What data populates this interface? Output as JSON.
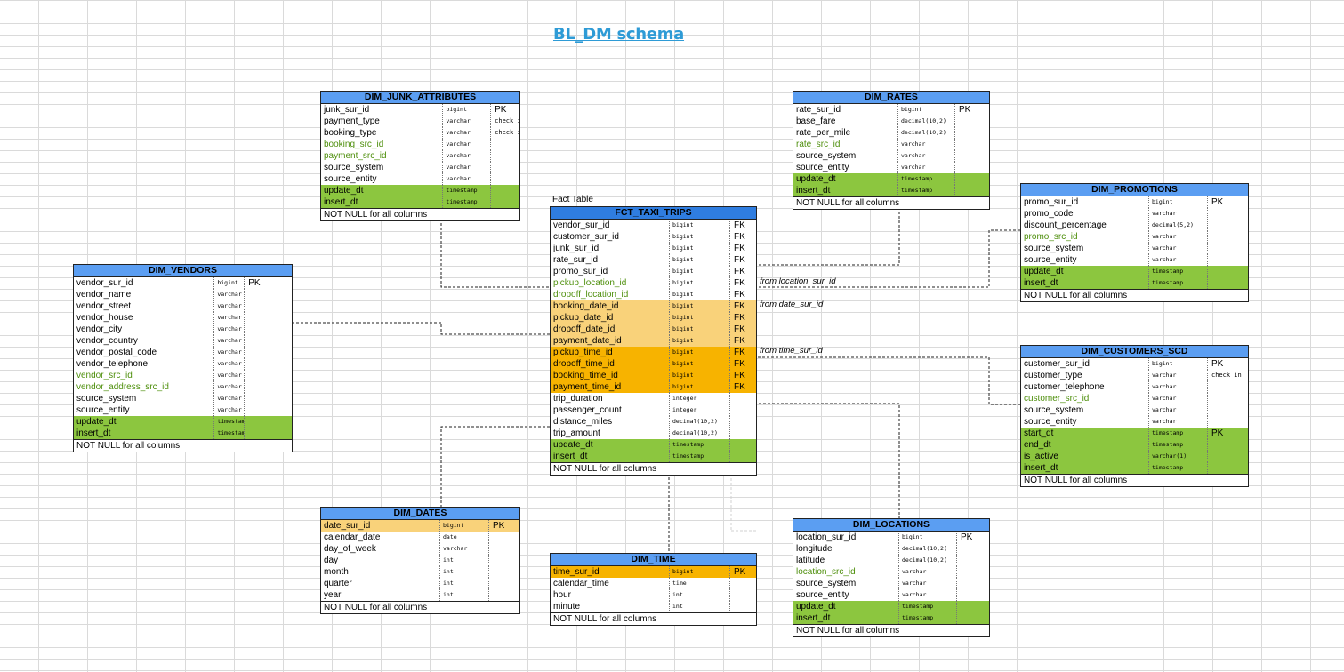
{
  "title": "BL_DM schema",
  "fact_label": "Fact Table",
  "notes": {
    "location": "from location_sur_id",
    "date": "from date_sur_id",
    "time": "from time_sur_id"
  },
  "colors": {
    "header": "#5b9ef2",
    "green": "#8cc63f",
    "light_yellow": "#f9d27a",
    "orange": "#f7b300",
    "source_text": "#4e8f0c",
    "title": "#2e9bd6"
  },
  "tables": {
    "junk": {
      "name": "DIM_JUNK_ATTRIBUTES",
      "rows": [
        {
          "name": "junk_sur_id",
          "type": "bigint",
          "key": "PK"
        },
        {
          "name": "payment_type",
          "type": "varchar",
          "key": "check in"
        },
        {
          "name": "booking_type",
          "type": "varchar",
          "key": "check in"
        },
        {
          "name": "booking_src_id",
          "type": "varchar",
          "key": "",
          "style": "src"
        },
        {
          "name": "payment_src_id",
          "type": "varchar",
          "key": "",
          "style": "src"
        },
        {
          "name": "source_system",
          "type": "varchar",
          "key": ""
        },
        {
          "name": "source_entity",
          "type": "varchar",
          "key": ""
        },
        {
          "name": "update_dt",
          "type": "timestamp",
          "key": "",
          "style": "g"
        },
        {
          "name": "insert_dt",
          "type": "timestamp",
          "key": "",
          "style": "g"
        }
      ],
      "footer": "NOT NULL for all columns"
    },
    "rates": {
      "name": "DIM_RATES",
      "rows": [
        {
          "name": "rate_sur_id",
          "type": "bigint",
          "key": "PK"
        },
        {
          "name": "base_fare",
          "type": "decimal(10,2)",
          "key": ""
        },
        {
          "name": "rate_per_mile",
          "type": "decimal(10,2)",
          "key": ""
        },
        {
          "name": "rate_src_id",
          "type": "varchar",
          "key": "",
          "style": "src"
        },
        {
          "name": "source_system",
          "type": "varchar",
          "key": ""
        },
        {
          "name": "source_entity",
          "type": "varchar",
          "key": ""
        },
        {
          "name": "update_dt",
          "type": "timestamp",
          "key": "",
          "style": "g"
        },
        {
          "name": "insert_dt",
          "type": "timestamp",
          "key": "",
          "style": "g"
        }
      ],
      "footer": "NOT NULL for all columns"
    },
    "promotions": {
      "name": "DIM_PROMOTIONS",
      "rows": [
        {
          "name": "promo_sur_id",
          "type": "bigint",
          "key": "PK"
        },
        {
          "name": "promo_code",
          "type": "varchar",
          "key": ""
        },
        {
          "name": "discount_percentage",
          "type": "decimal(5,2)",
          "key": ""
        },
        {
          "name": "promo_src_id",
          "type": "varchar",
          "key": "",
          "style": "src"
        },
        {
          "name": "source_system",
          "type": "varchar",
          "key": ""
        },
        {
          "name": "source_entity",
          "type": "varchar",
          "key": ""
        },
        {
          "name": "update_dt",
          "type": "timestamp",
          "key": "",
          "style": "g"
        },
        {
          "name": "insert_dt",
          "type": "timestamp",
          "key": "",
          "style": "g"
        }
      ],
      "footer": "NOT NULL for all columns"
    },
    "vendors": {
      "name": "DIM_VENDORS",
      "rows": [
        {
          "name": "vendor_sur_id",
          "type": "bigint",
          "key": "PK"
        },
        {
          "name": "vendor_name",
          "type": "varchar",
          "key": ""
        },
        {
          "name": "vendor_street",
          "type": "varchar",
          "key": ""
        },
        {
          "name": "vendor_house",
          "type": "varchar",
          "key": ""
        },
        {
          "name": "vendor_city",
          "type": "varchar",
          "key": ""
        },
        {
          "name": "vendor_country",
          "type": "varchar",
          "key": ""
        },
        {
          "name": "vendor_postal_code",
          "type": "varchar",
          "key": ""
        },
        {
          "name": "vendor_telephone",
          "type": "varchar",
          "key": ""
        },
        {
          "name": "vendor_src_id",
          "type": "varchar",
          "key": "",
          "style": "src"
        },
        {
          "name": "vendor_address_src_id",
          "type": "varchar",
          "key": "",
          "style": "src"
        },
        {
          "name": "source_system",
          "type": "varchar",
          "key": ""
        },
        {
          "name": "source_entity",
          "type": "varchar",
          "key": ""
        },
        {
          "name": "update_dt",
          "type": "timestamp",
          "key": "",
          "style": "g"
        },
        {
          "name": "insert_dt",
          "type": "timestamp",
          "key": "",
          "style": "g"
        }
      ],
      "footer": "NOT NULL for all columns"
    },
    "fact": {
      "name": "FCT_TAXI_TRIPS",
      "rows": [
        {
          "name": "vendor_sur_id",
          "type": "bigint",
          "key": "FK"
        },
        {
          "name": "customer_sur_id",
          "type": "bigint",
          "key": "FK"
        },
        {
          "name": "junk_sur_id",
          "type": "bigint",
          "key": "FK"
        },
        {
          "name": "rate_sur_id",
          "type": "bigint",
          "key": "FK"
        },
        {
          "name": "promo_sur_id",
          "type": "bigint",
          "key": "FK"
        },
        {
          "name": "pickup_location_id",
          "type": "bigint",
          "key": "FK",
          "style": "src"
        },
        {
          "name": "dropoff_location_id",
          "type": "bigint",
          "key": "FK",
          "style": "src"
        },
        {
          "name": "booking_date_id",
          "type": "bigint",
          "key": "FK",
          "style": "ly"
        },
        {
          "name": "pickup_date_id",
          "type": "bigint",
          "key": "FK",
          "style": "ly"
        },
        {
          "name": "dropoff_date_id",
          "type": "bigint",
          "key": "FK",
          "style": "ly"
        },
        {
          "name": "payment_date_id",
          "type": "bigint",
          "key": "FK",
          "style": "ly"
        },
        {
          "name": "pickup_time_id",
          "type": "bigint",
          "key": "FK",
          "style": "o"
        },
        {
          "name": "dropoff_time_id",
          "type": "bigint",
          "key": "FK",
          "style": "o"
        },
        {
          "name": "booking_time_id",
          "type": "bigint",
          "key": "FK",
          "style": "o"
        },
        {
          "name": "payment_time_id",
          "type": "bigint",
          "key": "FK",
          "style": "o"
        },
        {
          "name": "trip_duration",
          "type": "integer",
          "key": ""
        },
        {
          "name": "passenger_count",
          "type": "integer",
          "key": ""
        },
        {
          "name": "distance_miles",
          "type": "decimal(10,2)",
          "key": ""
        },
        {
          "name": "trip_amount",
          "type": "decimal(10,2)",
          "key": ""
        },
        {
          "name": "update_dt",
          "type": "timestamp",
          "key": "",
          "style": "g"
        },
        {
          "name": "insert_dt",
          "type": "timestamp",
          "key": "",
          "style": "g"
        }
      ],
      "footer": "NOT NULL for all columns"
    },
    "customers": {
      "name": "DIM_CUSTOMERS_SCD",
      "rows": [
        {
          "name": "customer_sur_id",
          "type": "bigint",
          "key": "PK"
        },
        {
          "name": "customer_type",
          "type": "varchar",
          "key": "check in"
        },
        {
          "name": "customer_telephone",
          "type": "varchar",
          "key": ""
        },
        {
          "name": "customer_src_id",
          "type": "varchar",
          "key": "",
          "style": "src"
        },
        {
          "name": "source_system",
          "type": "varchar",
          "key": ""
        },
        {
          "name": "source_entity",
          "type": "varchar",
          "key": ""
        },
        {
          "name": "start_dt",
          "type": "timestamp",
          "key": "PK",
          "style": "g"
        },
        {
          "name": "end_dt",
          "type": "timestamp",
          "key": "",
          "style": "g"
        },
        {
          "name": "is_active",
          "type": "varchar(1)",
          "key": "",
          "style": "g"
        },
        {
          "name": "insert_dt",
          "type": "timestamp",
          "key": "",
          "style": "g"
        }
      ],
      "footer": "NOT NULL for all columns"
    },
    "dates": {
      "name": "DIM_DATES",
      "rows": [
        {
          "name": "date_sur_id",
          "type": "bigint",
          "key": "PK",
          "style": "ly"
        },
        {
          "name": "calendar_date",
          "type": "date",
          "key": ""
        },
        {
          "name": "day_of_week",
          "type": "varchar",
          "key": ""
        },
        {
          "name": "day",
          "type": "int",
          "key": ""
        },
        {
          "name": "month",
          "type": "int",
          "key": ""
        },
        {
          "name": "quarter",
          "type": "int",
          "key": ""
        },
        {
          "name": "year",
          "type": "int",
          "key": ""
        }
      ],
      "footer": "NOT NULL for all columns"
    },
    "time": {
      "name": "DIM_TIME",
      "rows": [
        {
          "name": "time_sur_id",
          "type": "bigint",
          "key": "PK",
          "style": "o"
        },
        {
          "name": "calendar_time",
          "type": "time",
          "key": ""
        },
        {
          "name": "hour",
          "type": "int",
          "key": ""
        },
        {
          "name": "minute",
          "type": "int",
          "key": ""
        }
      ],
      "footer": "NOT NULL for all columns"
    },
    "locations": {
      "name": "DIM_LOCATIONS",
      "rows": [
        {
          "name": "location_sur_id",
          "type": "bigint",
          "key": "PK"
        },
        {
          "name": "longitude",
          "type": "decimal(10,2)",
          "key": ""
        },
        {
          "name": "latitude",
          "type": "decimal(10,2)",
          "key": ""
        },
        {
          "name": "location_src_id",
          "type": "varchar",
          "key": "",
          "style": "src"
        },
        {
          "name": "source_system",
          "type": "varchar",
          "key": ""
        },
        {
          "name": "source_entity",
          "type": "varchar",
          "key": ""
        },
        {
          "name": "update_dt",
          "type": "timestamp",
          "key": "",
          "style": "g"
        },
        {
          "name": "insert_dt",
          "type": "timestamp",
          "key": "",
          "style": "g"
        }
      ],
      "footer": "NOT NULL for all columns"
    }
  }
}
